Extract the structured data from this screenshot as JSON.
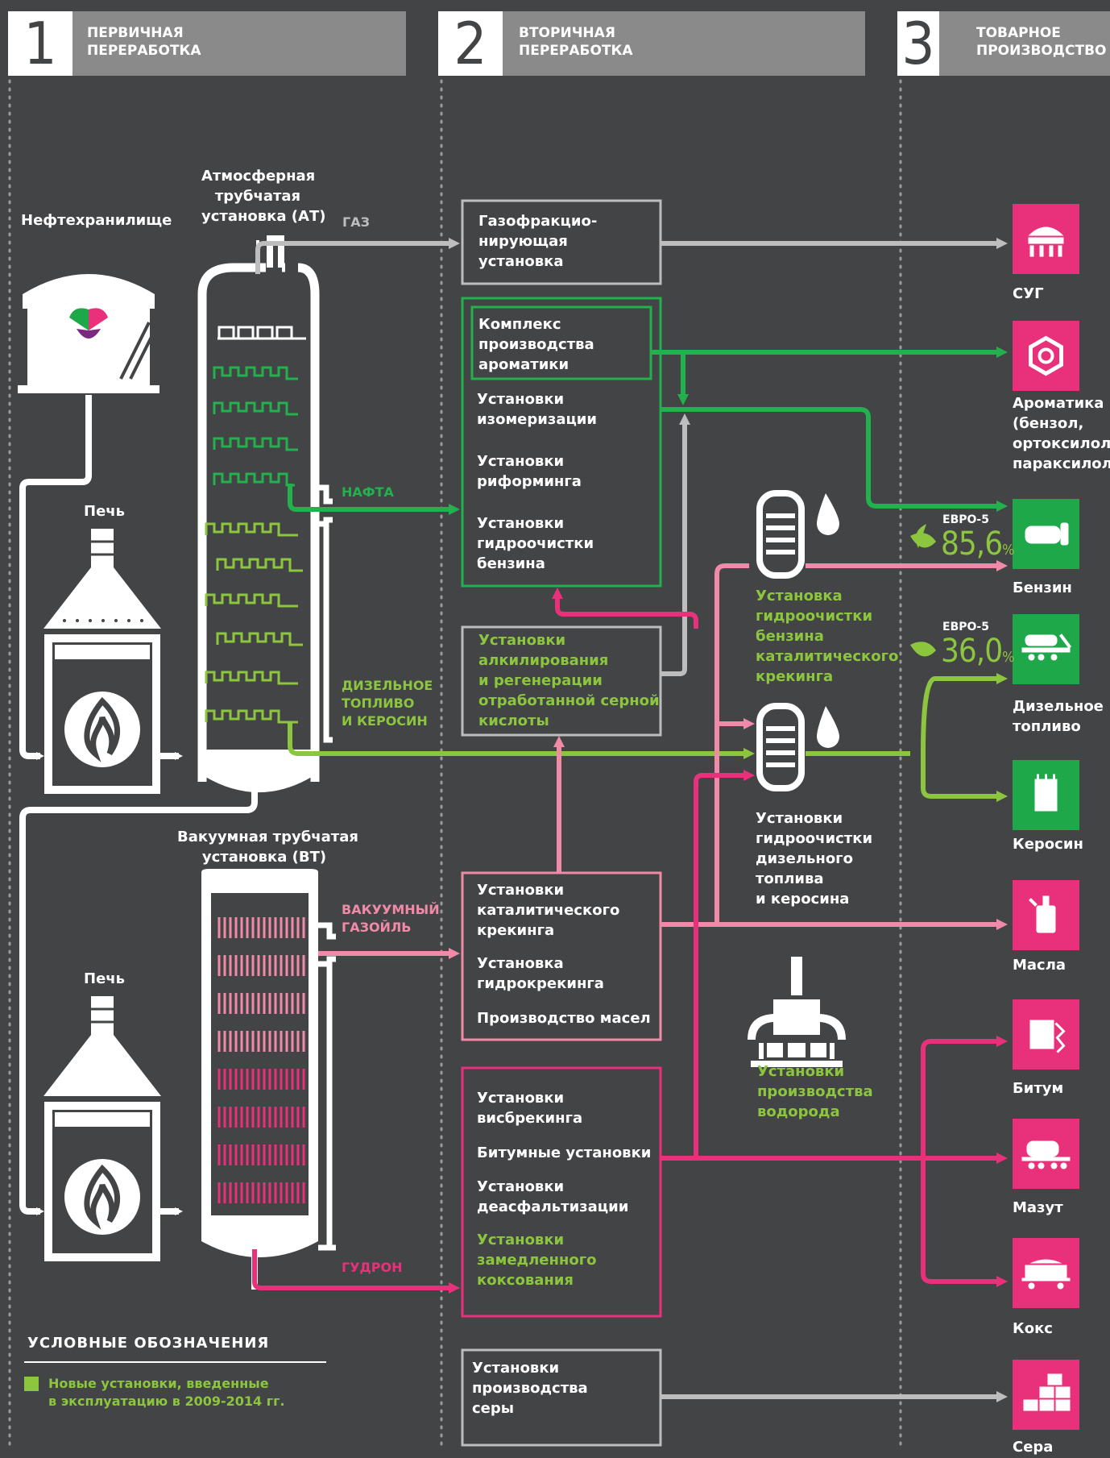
{
  "stages": [
    {
      "number": "1",
      "title": "ПЕРВИЧНАЯ\nПЕРЕРАБОТКА"
    },
    {
      "number": "2",
      "title": "ВТОРИЧНАЯ\nПЕРЕРАБОТКА"
    },
    {
      "number": "3",
      "title": "ТОВАРНОЕ\nПРОИЗВОДСТВО"
    }
  ],
  "primary": {
    "storage": "Нефтехранилище",
    "at_title": [
      "Атмосферная",
      "трубчатая",
      "установка (АТ)"
    ],
    "furnace1": "Печь",
    "furnace2": "Печь",
    "vt_title": [
      "Вакуумная трубчатая",
      "установка (ВТ)"
    ]
  },
  "streams": {
    "gas": "ГАЗ",
    "naphtha": "НАФТА",
    "diesel": [
      "ДИЗЕЛЬНОЕ",
      "ТОПЛИВО",
      "И КЕРОСИН"
    ],
    "vgo": [
      "ВАКУУМНЫЙ",
      "ГАЗОЙЛЬ"
    ],
    "tar": "ГУДРОН"
  },
  "units": {
    "gas_frac": [
      "Газофракцио-",
      "нирующая",
      "установка"
    ],
    "aromatics_complex": [
      "Комплекс",
      "производства",
      "ароматики"
    ],
    "isomerization": [
      "Установки",
      "изомеризации"
    ],
    "reforming": [
      "Установки",
      "риформинга"
    ],
    "gasoline_hydro": [
      "Установки",
      "гидроочистки",
      "бензина"
    ],
    "alkylation": [
      "Установки",
      "алкилирования",
      "и регенерации",
      "отработанной серной",
      "кислоты"
    ],
    "cat_cracking": [
      "Установки",
      "каталитического",
      "крекинга"
    ],
    "hydrocracking": [
      "Установка",
      "гидрокрекинга"
    ],
    "oils": "Производство масел",
    "visbreaking": [
      "Установки",
      "висбрекинга"
    ],
    "bitumen_units": "Битумные установки",
    "deasphalting": [
      "Установки",
      "деасфальтизации"
    ],
    "coking": [
      "Установки",
      "замедленного",
      "коксования"
    ],
    "sulfur_units": [
      "Установки",
      "производства",
      "серы"
    ],
    "fcc_hydro": [
      "Установка",
      "гидроочистки",
      "бензина",
      "каталитического",
      "крекинга"
    ],
    "diesel_hydro": [
      "Установки",
      "гидроочистки",
      "дизельного",
      "топлива",
      "и керосина"
    ],
    "hydrogen": [
      "Установки",
      "производства",
      "водорода"
    ]
  },
  "euro": [
    {
      "label": "ЕВРО-5",
      "value": "85,6",
      "unit": "%"
    },
    {
      "label": "ЕВРО-5",
      "value": "36,0",
      "unit": "%"
    }
  ],
  "products": [
    {
      "name": "СУГ",
      "color": "#e8317a",
      "icon": "lpg-tank-icon"
    },
    {
      "name": "Ароматика\n(бензол,\nортоксилол,\nпараксилол)",
      "color": "#e8317a",
      "icon": "benzene-ring-icon"
    },
    {
      "name": "Бензин",
      "color": "#1fa84a",
      "icon": "gasoline-truck-icon"
    },
    {
      "name": "Дизельное\nтопливо",
      "color": "#1fa84a",
      "icon": "diesel-tank-car-icon"
    },
    {
      "name": "Керосин",
      "color": "#1fa84a",
      "icon": "kerosene-canister-icon"
    },
    {
      "name": "Масла",
      "color": "#e8317a",
      "icon": "oil-canister-icon"
    },
    {
      "name": "Битум",
      "color": "#e8317a",
      "icon": "bitumen-icon"
    },
    {
      "name": "Мазут",
      "color": "#e8317a",
      "icon": "fuel-oil-tank-car-icon"
    },
    {
      "name": "Кокс",
      "color": "#e8317a",
      "icon": "coke-railcar-icon"
    },
    {
      "name": "Сера",
      "color": "#e8317a",
      "icon": "sulfur-blocks-icon"
    }
  ],
  "legend": {
    "title": "УСЛОВНЫЕ ОБОЗНАЧЕНИЯ",
    "text": [
      "Новые установки, введенные",
      "в эксплуатацию в 2009-2014 гг."
    ],
    "color": "#8cc63f"
  },
  "colors": {
    "background": "#434446",
    "white": "#ffffff",
    "grey": "#bdbdbd",
    "green_new": "#8cc63f",
    "green_dark": "#22b14c",
    "pink_light": "#f08aa8",
    "pink_dark": "#e8317a"
  }
}
